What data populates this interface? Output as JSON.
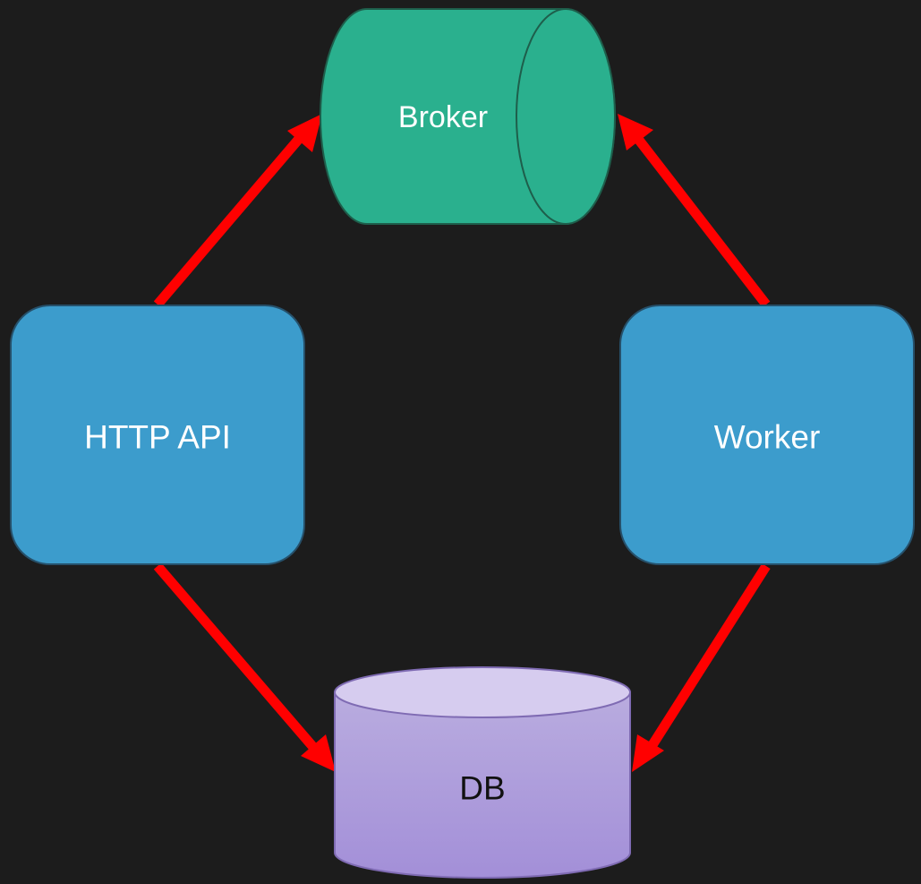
{
  "diagram": {
    "nodes": {
      "broker": {
        "label": "Broker",
        "shape": "cylinder-horizontal",
        "color": "#2ab08e",
        "stroke": "#1e5e4b",
        "text_color": "#ffffff"
      },
      "http_api": {
        "label": "HTTP API",
        "shape": "rounded-rectangle",
        "color": "#3c9ccc",
        "stroke": "#26506a",
        "text_color": "#ffffff"
      },
      "worker": {
        "label": "Worker",
        "shape": "rounded-rectangle",
        "color": "#3c9ccc",
        "stroke": "#26506a",
        "text_color": "#ffffff"
      },
      "db": {
        "label": "DB",
        "shape": "cylinder-vertical",
        "color_top": "#b9acdf",
        "color_bottom": "#a38fd8",
        "cap_color": "#d6ccef",
        "stroke": "#7f6bb3",
        "text_color": "#111111"
      }
    },
    "edges": [
      {
        "from": "http_api",
        "to": "broker"
      },
      {
        "from": "worker",
        "to": "broker"
      },
      {
        "from": "http_api",
        "to": "db"
      },
      {
        "from": "worker",
        "to": "db"
      }
    ],
    "edge_color": "#ff0000",
    "background": "#1c1c1c"
  }
}
